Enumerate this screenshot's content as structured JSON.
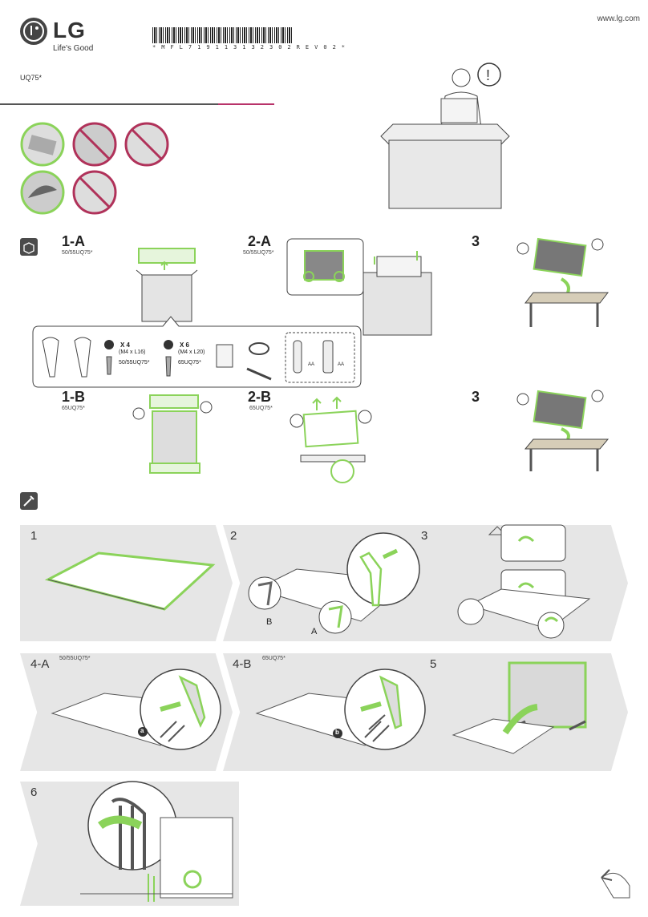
{
  "header": {
    "brand": "LG",
    "tagline": "Life's Good",
    "website": "www.lg.com",
    "model": "UQ75*",
    "barcode_text": "* M F L 7 1 9 1 1 3 1 3 2 3 0 2 R E V 0 2 *"
  },
  "colors": {
    "accent_green": "#8bd35a",
    "prohibit_red": "#b0325a",
    "rule_magenta": "#b8336a",
    "panel_gray": "#e6e6e6"
  },
  "unpack": {
    "steps": [
      {
        "label": "1-A",
        "models": "50/55UQ75*"
      },
      {
        "label": "2-A",
        "models": "50/55UQ75*"
      },
      {
        "label": "3",
        "models": ""
      },
      {
        "label": "1-B",
        "models": "65UQ75*"
      },
      {
        "label": "2-B",
        "models": "65UQ75*"
      },
      {
        "label": "3",
        "models": ""
      }
    ],
    "screws": [
      {
        "letter": "a",
        "qty": "X 4",
        "size": "(M4 x L16)",
        "models": "50/55UQ75*"
      },
      {
        "letter": "b",
        "qty": "X 6",
        "size": "(M4 x L20)",
        "models": "65UQ75*"
      }
    ],
    "battery_label": "AA"
  },
  "assembly": {
    "panels": [
      {
        "num": "1",
        "models": ""
      },
      {
        "num": "2",
        "models": ""
      },
      {
        "num": "3",
        "models": ""
      },
      {
        "num": "4-A",
        "models": "50/55UQ75*"
      },
      {
        "num": "4-B",
        "models": "65UQ75*"
      },
      {
        "num": "5",
        "models": ""
      },
      {
        "num": "6",
        "models": ""
      }
    ],
    "leg_labels": {
      "a": "A",
      "b": "B"
    },
    "screw_a": "a",
    "screw_b": "b"
  }
}
